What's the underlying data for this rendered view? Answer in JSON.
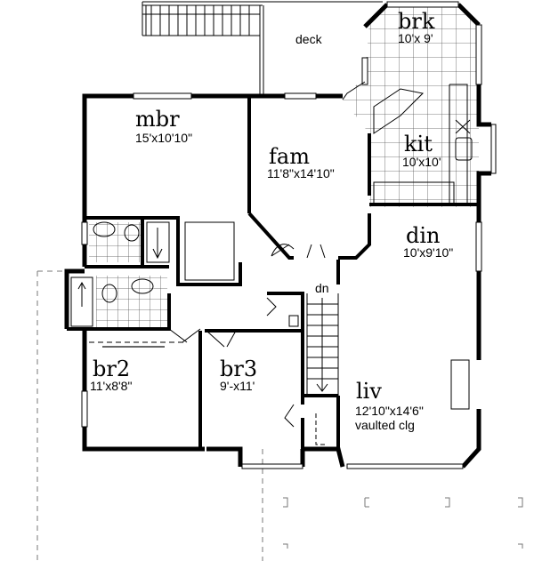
{
  "rooms": {
    "deck": {
      "name": "deck"
    },
    "brk": {
      "name": "brk",
      "dims": "10'x 9'"
    },
    "kit": {
      "name": "kit",
      "dims": "10'x10'"
    },
    "mbr": {
      "name": "mbr",
      "dims": "15'x10'10\""
    },
    "fam": {
      "name": "fam",
      "dims": "11'8\"x14'10\""
    },
    "din": {
      "name": "din",
      "dims": "10'x9'10\""
    },
    "br2": {
      "name": "br2",
      "dims": "11'x8'8\""
    },
    "br3": {
      "name": "br3",
      "dims": "9'-x11'"
    },
    "liv": {
      "name": "liv",
      "dims": "12'10\"x14'6\"",
      "note": "vaulted clg"
    }
  },
  "stairs": {
    "label": "dn"
  }
}
